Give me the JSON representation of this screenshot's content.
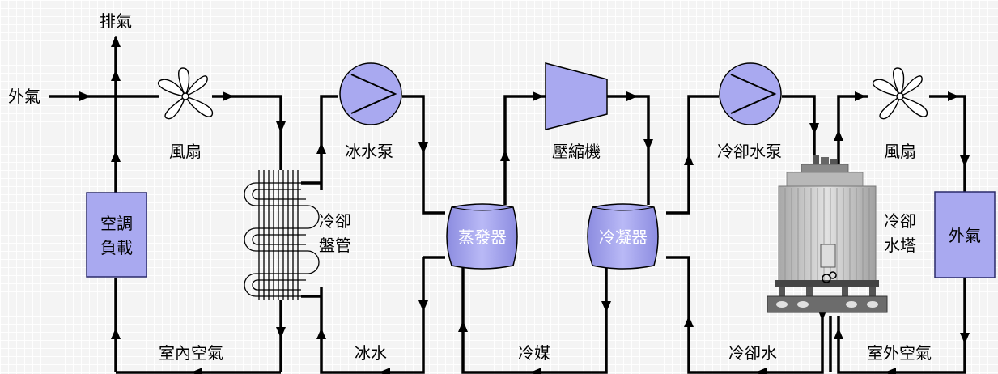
{
  "labels": {
    "exhaust": "排氣",
    "outside_air_in": "外氣",
    "fan_left": "風扇",
    "chilled_pump": "冰水泵",
    "compressor": "壓縮機",
    "cooling_pump": "冷卻水泵",
    "fan_right": "風扇",
    "ac_load_line1": "空調",
    "ac_load_line2": "負載",
    "coil_line1": "冷卻",
    "coil_line2": "盤管",
    "evaporator": "蒸發器",
    "condenser": "冷凝器",
    "tower_line1": "冷卻",
    "tower_line2": "水塔",
    "outside_box": "外氣",
    "indoor_air": "室內空氣",
    "chilled_water": "冰水",
    "refrigerant": "冷媒",
    "cooling_water": "冷卻水",
    "outdoor_air": "室外空氣"
  },
  "colors": {
    "component_fill": "#a9a9f0",
    "component_stroke": "#2a2a6a",
    "line": "#000000",
    "tower_body": "#c8c8c8"
  }
}
